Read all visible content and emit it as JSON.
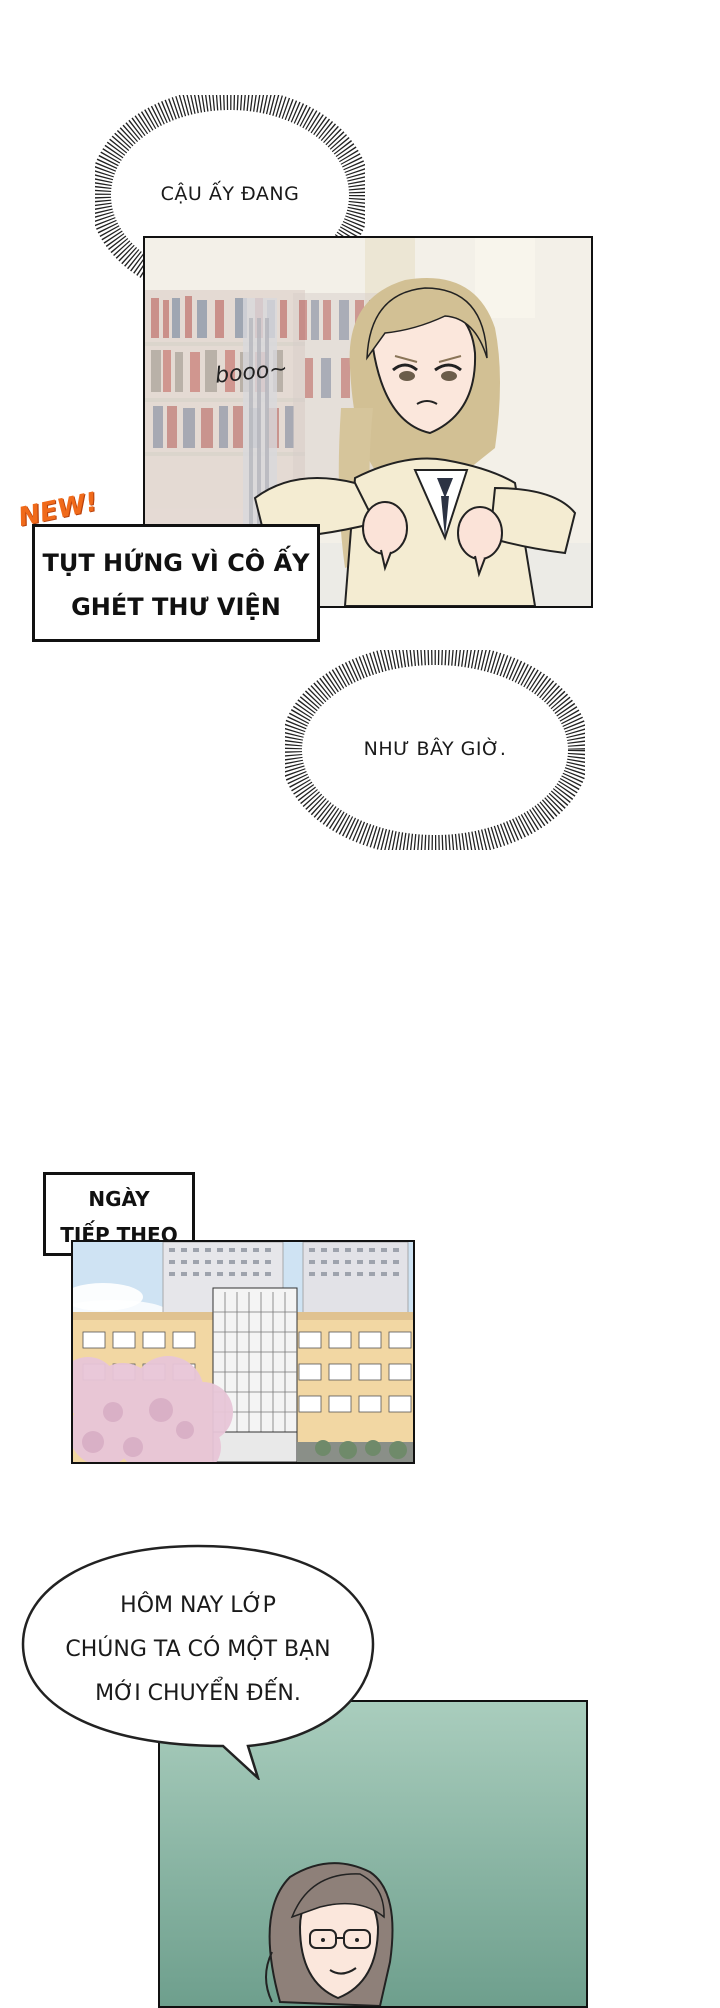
{
  "bubbles": {
    "first": "CẬU ẤY ĐANG",
    "second": "NHƯ BÂY GIỜ."
  },
  "panel1": {
    "sfx": "booo~"
  },
  "new_badge": "NEW!",
  "caption1": {
    "line1": "TỤT HỨNG VÌ CÔ ẤY",
    "line2": "GHÉT THƯ VIỆN"
  },
  "caption2": {
    "line1": "NGÀY",
    "line2": "TIẾP THEO"
  },
  "speech": {
    "line1": "HÔM NAY LỚP",
    "line2": "CHÚNG TA CÓ MỘT BẠN",
    "line3": "MỚI CHUYỂN ĐẾN."
  },
  "colors": {
    "ink": "#111111",
    "badge_orange": "#f06a1a",
    "teal_bg": "#7fae9c",
    "sakura": "#e8c6d8",
    "sky": "#bcd9ef"
  }
}
